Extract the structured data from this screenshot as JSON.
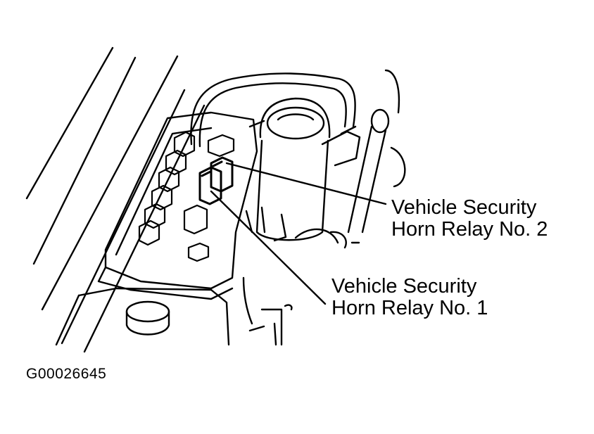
{
  "labels": {
    "relay_2": {
      "line1": "Vehicle Security",
      "line2": "Horn Relay No. 2"
    },
    "relay_1": {
      "line1": "Vehicle Security",
      "line2": "Horn Relay No. 1"
    }
  },
  "figure_id": "G00026645",
  "colors": {
    "ink": "#000000",
    "paper": "#ffffff"
  }
}
